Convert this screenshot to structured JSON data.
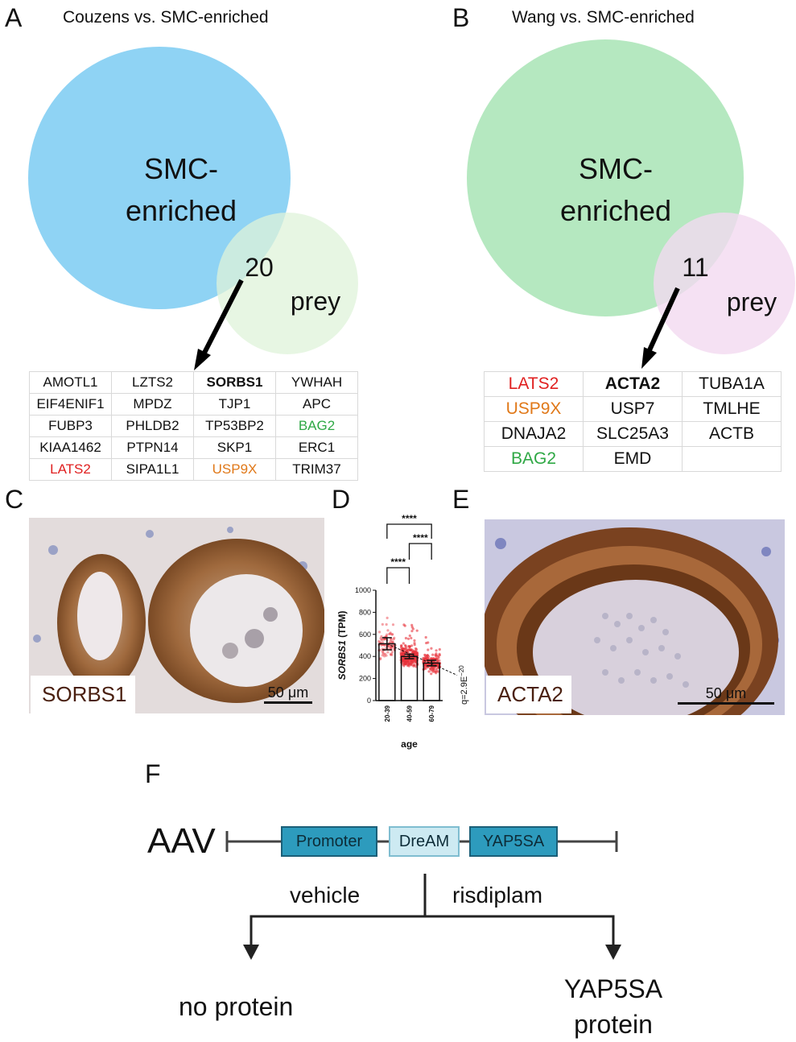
{
  "panelA": {
    "label": "A",
    "title": "Couzens vs. SMC-enriched",
    "big_circle_lines": [
      "SMC-",
      "enriched"
    ],
    "overlap_count": "20",
    "small_circle_label": "prey",
    "colors": {
      "big": "#8fd3f4",
      "small": "#dff3da",
      "overlap": "#b0dfe0"
    },
    "genes": [
      [
        {
          "t": "AMOTL1"
        },
        {
          "t": "LZTS2"
        },
        {
          "t": "SORBS1",
          "s": "bold"
        },
        {
          "t": "YWHAH"
        }
      ],
      [
        {
          "t": "EIF4ENIF1"
        },
        {
          "t": "MPDZ"
        },
        {
          "t": "TJP1"
        },
        {
          "t": "APC"
        }
      ],
      [
        {
          "t": "FUBP3"
        },
        {
          "t": "PHLDB2"
        },
        {
          "t": "TP53BP2"
        },
        {
          "t": "BAG2",
          "s": "green"
        }
      ],
      [
        {
          "t": "KIAA1462"
        },
        {
          "t": "PTPN14"
        },
        {
          "t": "SKP1"
        },
        {
          "t": "ERC1"
        }
      ],
      [
        {
          "t": "LATS2",
          "s": "red"
        },
        {
          "t": "SIPA1L1"
        },
        {
          "t": "USP9X",
          "s": "orange"
        },
        {
          "t": "TRIM37"
        }
      ]
    ]
  },
  "panelB": {
    "label": "B",
    "title": "Wang vs. SMC-enriched",
    "big_circle_lines": [
      "SMC-",
      "enriched"
    ],
    "overlap_count": "11",
    "small_circle_label": "prey",
    "colors": {
      "big": "#b5e8c0",
      "small": "#f3d9f0",
      "overlap": "#cfd9cf"
    },
    "genes": [
      [
        {
          "t": "LATS2",
          "s": "red"
        },
        {
          "t": "ACTA2",
          "s": "bold"
        },
        {
          "t": "TUBA1A"
        }
      ],
      [
        {
          "t": "USP9X",
          "s": "orange"
        },
        {
          "t": "USP7"
        },
        {
          "t": "TMLHE"
        }
      ],
      [
        {
          "t": "DNAJA2"
        },
        {
          "t": "SLC25A3"
        },
        {
          "t": "ACTB"
        }
      ],
      [
        {
          "t": "BAG2",
          "s": "green"
        },
        {
          "t": "EMD"
        },
        {
          "t": ""
        }
      ]
    ]
  },
  "panelC": {
    "label": "C",
    "stain": "SORBS1",
    "scale": "50 μm"
  },
  "panelE": {
    "label": "E",
    "stain": "ACTA2",
    "scale": "50 μm"
  },
  "panelD": {
    "label": "D"
  },
  "chart_data": {
    "type": "bar",
    "categories": [
      "20-39",
      "40-59",
      "60-79"
    ],
    "values": [
      515,
      400,
      340
    ],
    "errors": [
      55,
      20,
      25
    ],
    "ylabel_italic": "SORBS1",
    "ylabel_rest": " (TPM)",
    "xlabel": "age",
    "ylim": [
      0,
      1000
    ],
    "yticks": [
      0,
      200,
      400,
      600,
      800,
      1000
    ],
    "significance": [
      {
        "from": 0,
        "to": 1,
        "text": "****"
      },
      {
        "from": 1,
        "to": 2,
        "text": "****"
      },
      {
        "from": 0,
        "to": 2,
        "text": "****"
      }
    ],
    "trend_annotation": "q=2.9E",
    "trend_exponent": "−20",
    "point_color": "#e8343c"
  },
  "panelF": {
    "label": "F",
    "vector": "AAV",
    "boxes": [
      {
        "text": "Promoter",
        "fill": "#2d9bbd"
      },
      {
        "text": "DreAM",
        "fill": "#cdeaf2"
      },
      {
        "text": "YAP5SA",
        "fill": "#2d9bbd"
      }
    ],
    "left_condition": "vehicle",
    "right_condition": "risdiplam",
    "left_outcome": "no protein",
    "right_outcome_lines": [
      "YAP5SA",
      "protein"
    ]
  }
}
